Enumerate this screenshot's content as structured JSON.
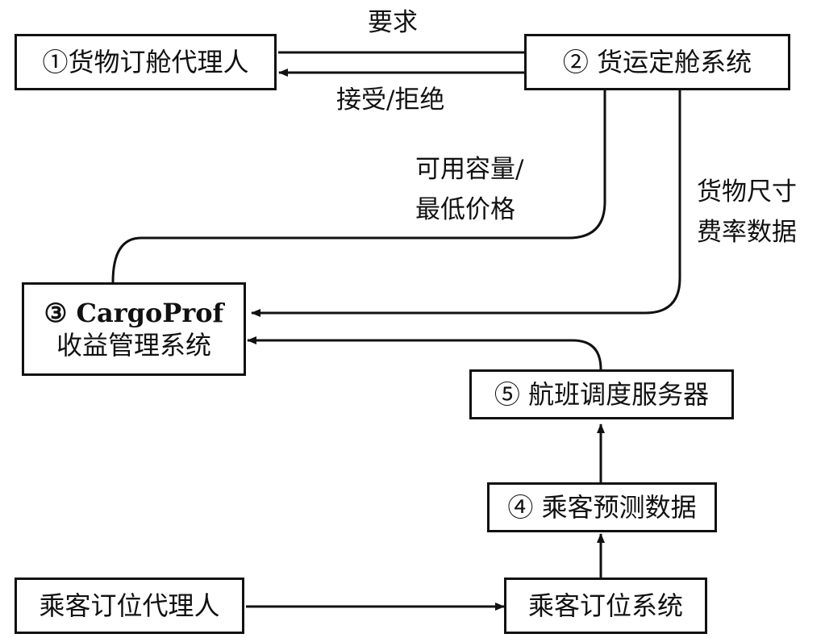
{
  "nodes": {
    "n1": "①货物订舱代理人",
    "n2": "② 货运定舱系统",
    "n3_line1": "③ CargoProf",
    "n3_line2": "收益管理系统",
    "n5": "⑤ 航班调度服务器",
    "n4": "④ 乘客预测数据",
    "passenger_agent": "乘客订位代理人",
    "passenger_system": "乘客订位系统"
  },
  "edges": {
    "request": "要求",
    "accept_reject": "接受/拒绝",
    "capacity_line1": "可用容量/",
    "capacity_line2": "最低价格",
    "cargo_line1": "货物尺寸",
    "cargo_line2": "费率数据"
  }
}
